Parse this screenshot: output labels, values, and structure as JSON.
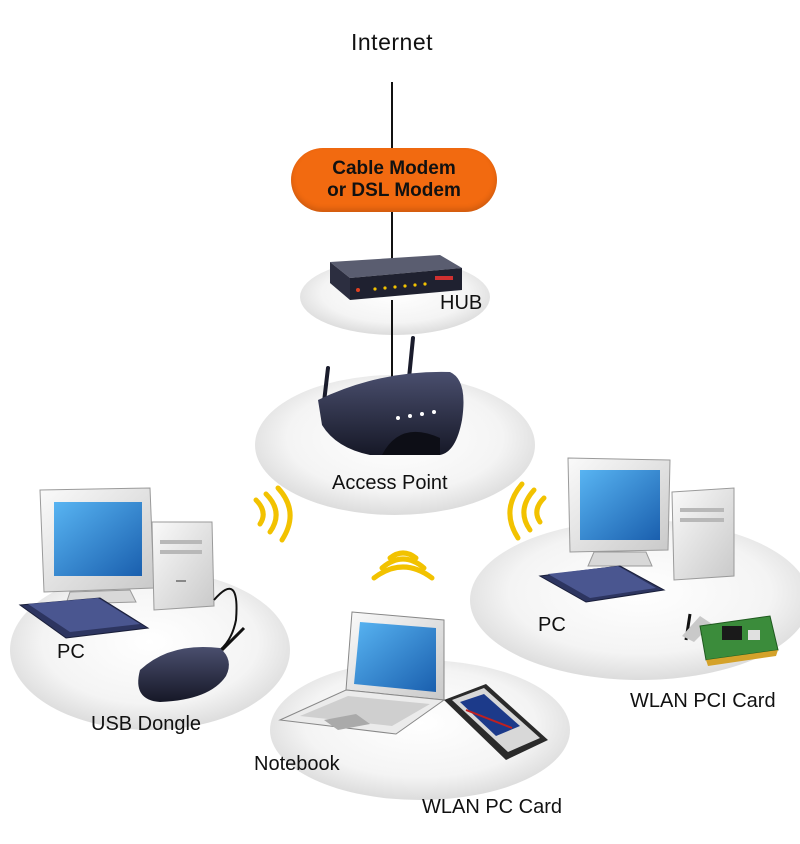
{
  "labels": {
    "internet": "Internet",
    "modem_line1": "Cable Modem",
    "modem_line2": "or DSL Modem",
    "hub": "HUB",
    "access_point": "Access Point",
    "pc_left": "PC",
    "usb_dongle": "USB Dongle",
    "notebook": "Notebook",
    "wlan_pc_card": "WLAN PC Card",
    "pc_right": "PC",
    "wlan_pci_card": "WLAN PCI Card"
  },
  "colors": {
    "modem": "#f26a10",
    "wave": "#f2c200",
    "device_dark": "#262a40",
    "monitor_shell": "#e6e6e6",
    "screen": "#2a7fd4",
    "pcb": "#3b8c3b"
  }
}
